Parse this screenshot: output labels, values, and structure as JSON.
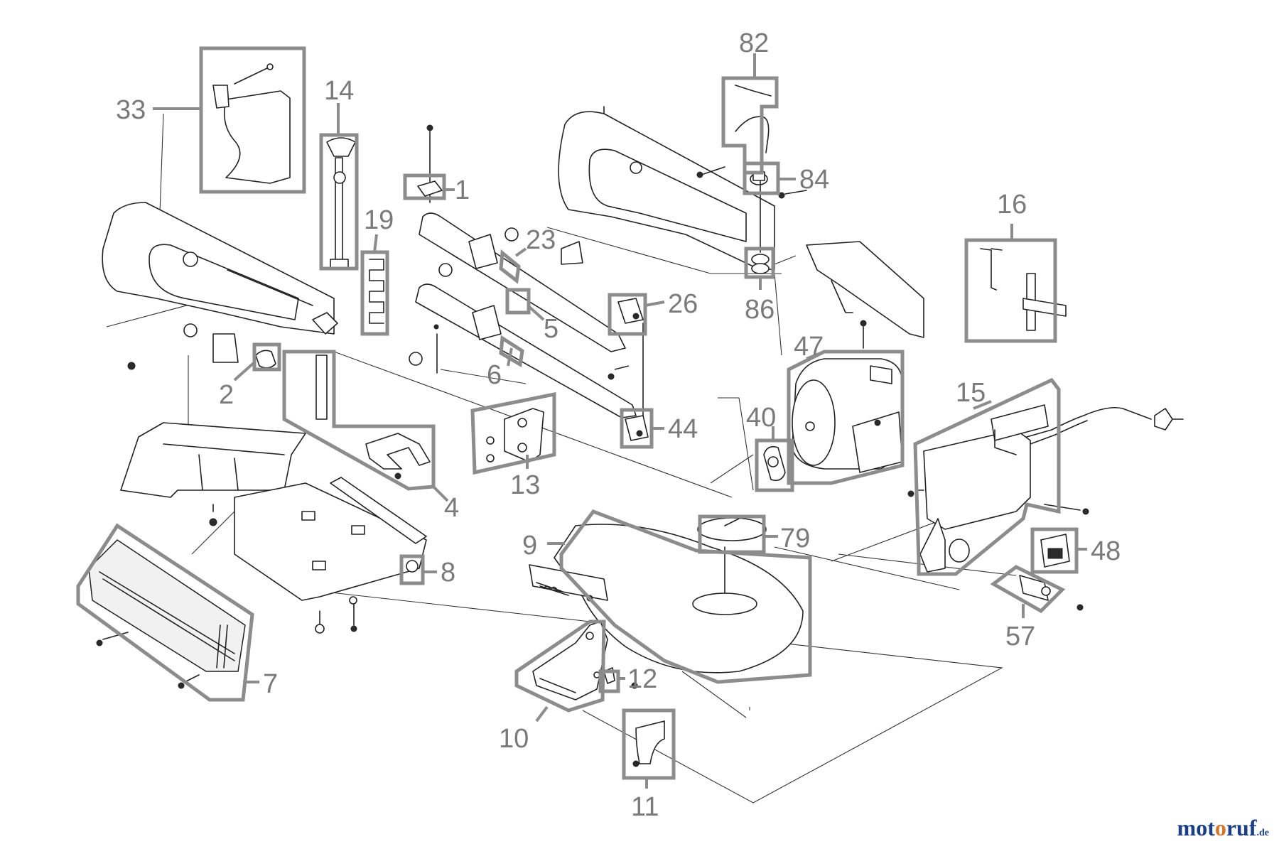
{
  "callouts": [
    "1",
    "2",
    "4",
    "5",
    "6",
    "7",
    "8",
    "9",
    "10",
    "11",
    "12",
    "13",
    "14",
    "15",
    "16",
    "19",
    "23",
    "26",
    "33",
    "40",
    "44",
    "47",
    "48",
    "57",
    "79",
    "82",
    "84",
    "86"
  ],
  "watermark": {
    "prefix": "mot",
    "accent": "o",
    "suffix": "ruf",
    "tld": ".de",
    "colors": {
      "main": "#1b3f86",
      "accent": "#d8752a"
    }
  },
  "colors": {
    "callout_grey": "#7a7a7a",
    "box_grey": "#8c8c8c",
    "line": "#222222"
  }
}
